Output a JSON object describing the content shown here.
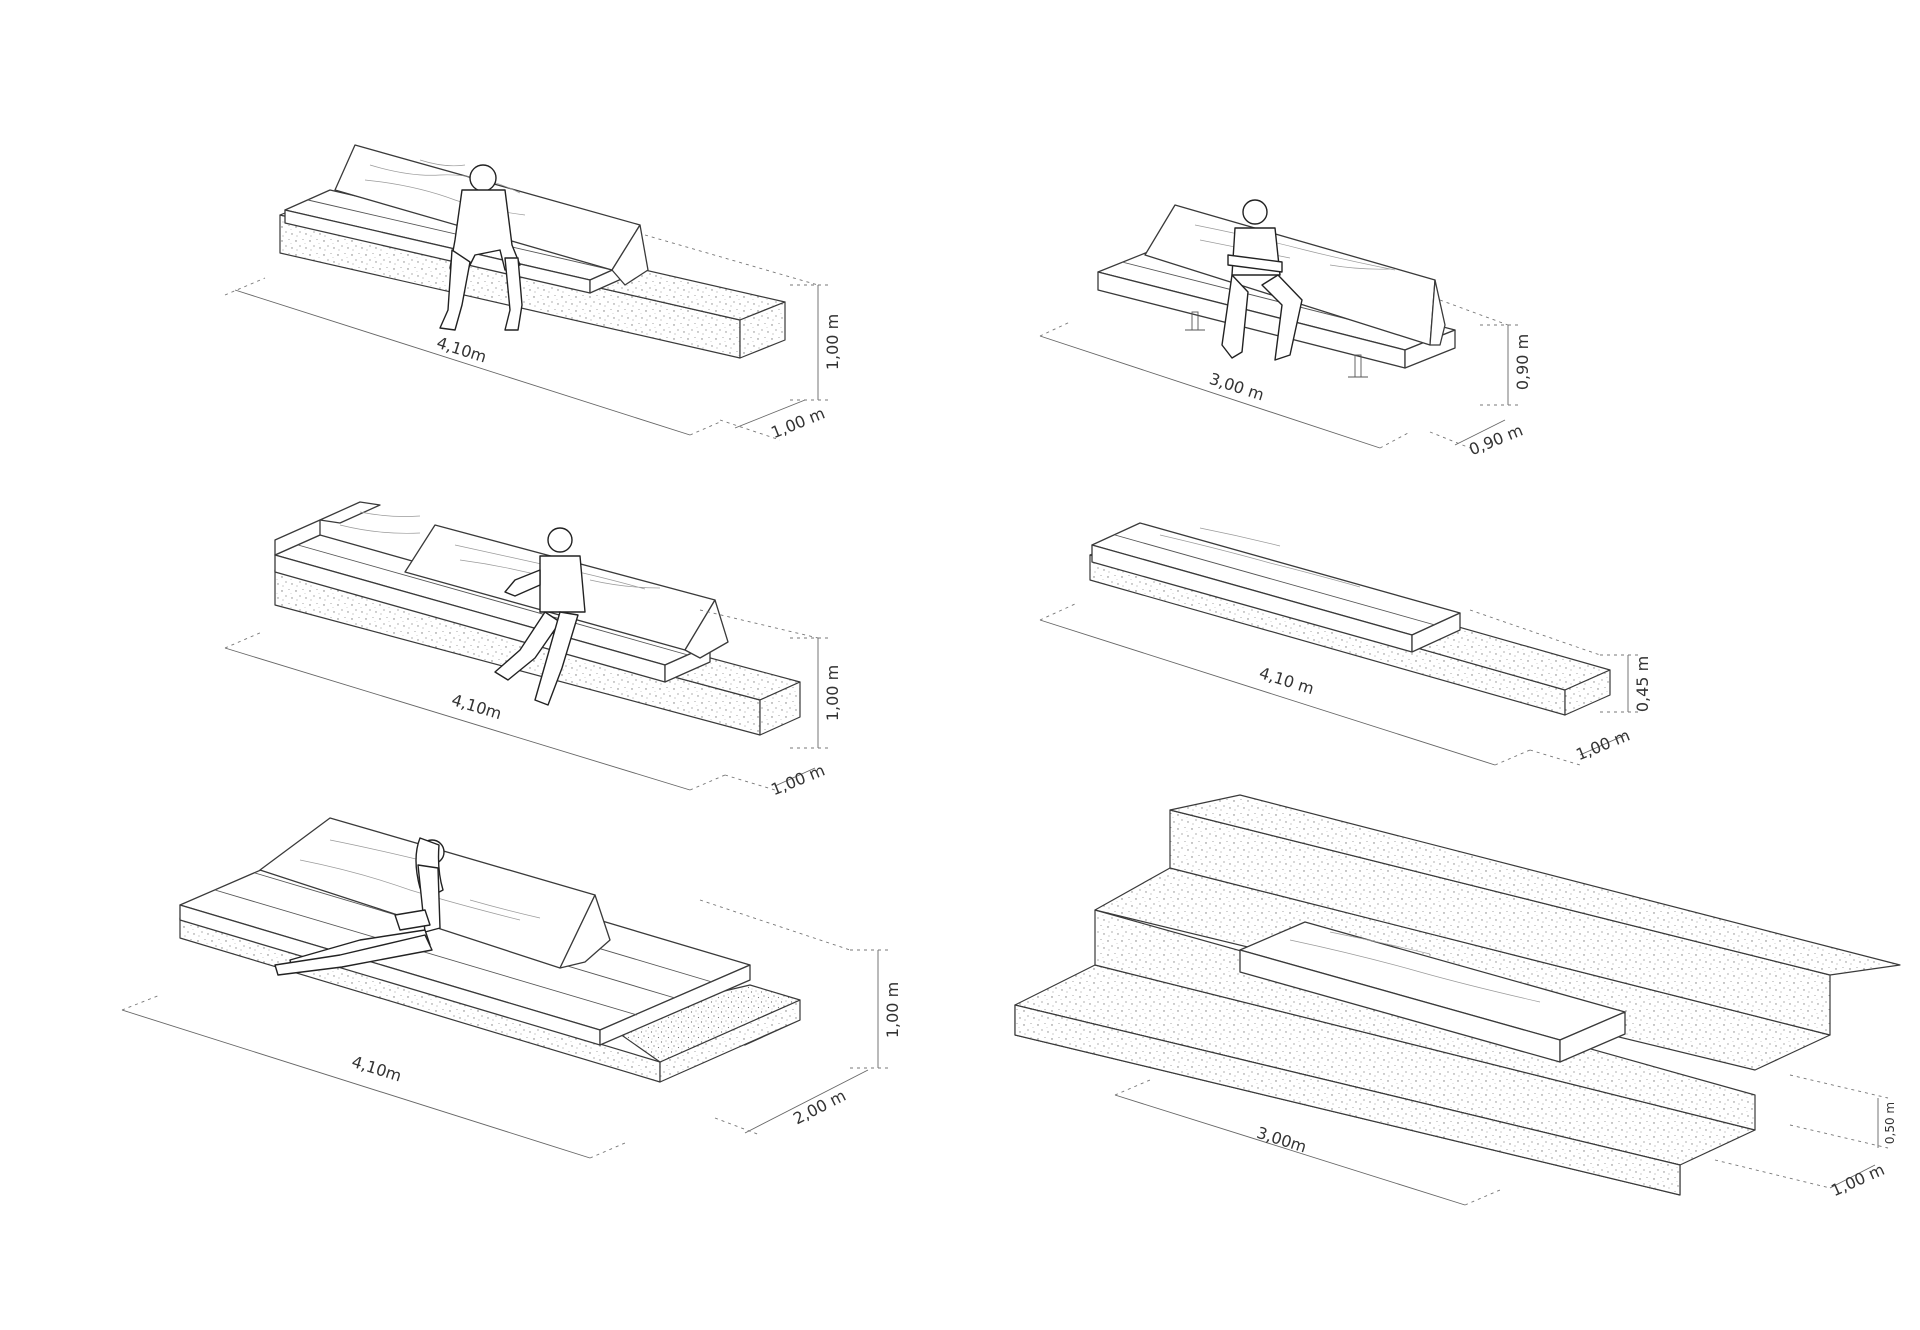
{
  "modules": [
    {
      "id": "bench-1",
      "length": "4,10m",
      "height": "1,00 m",
      "depth": "1,00 m"
    },
    {
      "id": "bench-2",
      "length": "3,00 m",
      "height": "0,90 m",
      "depth": "0,90 m"
    },
    {
      "id": "bench-3",
      "length": "4,10m",
      "height": "1,00 m",
      "depth": "1,00 m"
    },
    {
      "id": "bench-4",
      "length": "4,10 m",
      "height": "0,45 m",
      "depth": "1,00 m"
    },
    {
      "id": "bench-5",
      "length": "4,10m",
      "height": "1,00 m",
      "depth": "2,00 m"
    },
    {
      "id": "step-bench",
      "length": "3,00m",
      "height": "0,50 m",
      "depth": "1,00 m"
    }
  ]
}
